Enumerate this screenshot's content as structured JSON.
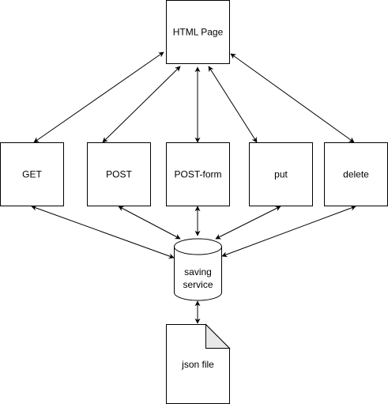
{
  "nodes": {
    "html_page": "HTML Page",
    "get": "GET",
    "post": "POST",
    "post_form": "POST-form",
    "put": "put",
    "delete": "delete",
    "saving_service_line1": "saving",
    "saving_service_line2": "service",
    "json_file": "json file"
  },
  "colors": {
    "stroke": "#000000",
    "fill": "#ffffff",
    "text": "#000000"
  }
}
